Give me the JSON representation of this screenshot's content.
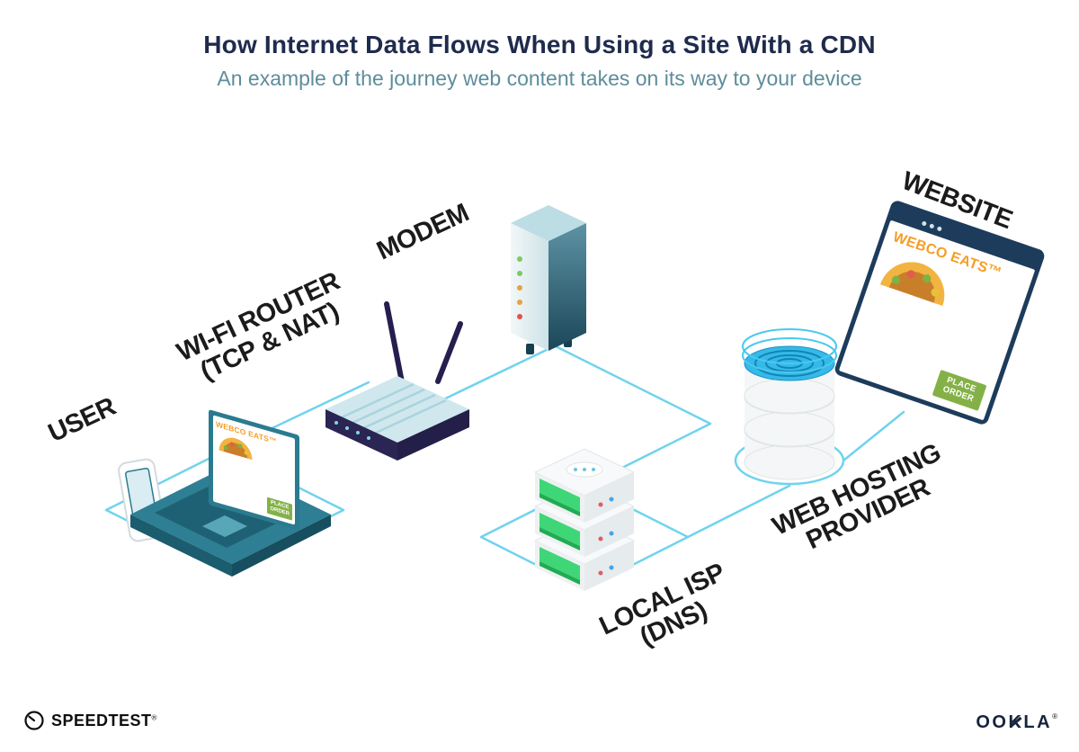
{
  "header": {
    "title": "How Internet Data Flows When Using a Site With a CDN",
    "subtitle": "An example of the journey web content takes on its way to your device"
  },
  "nodes": {
    "user": {
      "label": "USER"
    },
    "wifi_router": {
      "label_line1": "WI-FI ROUTER",
      "label_line2": "(TCP & NAT)"
    },
    "modem": {
      "label": "MODEM"
    },
    "local_isp": {
      "label_line1": "LOCAL ISP",
      "label_line2": "(DNS)"
    },
    "web_hosting": {
      "label_line1": "WEB HOSTING",
      "label_line2": "PROVIDER"
    },
    "website": {
      "label": "WEBSITE"
    }
  },
  "website_window": {
    "brand": "WEBCO EATS™",
    "order_button_line1": "PLACE",
    "order_button_line2": "ORDER"
  },
  "laptop_screen": {
    "brand": "WEBCO EATS™",
    "order_button_line1": "PLACE",
    "order_button_line2": "ORDER"
  },
  "footer": {
    "speedtest_wordmark": "SPEEDTEST",
    "speedtest_mark": "®",
    "ookla_wordmark": "OOKLA",
    "ookla_mark": "®"
  },
  "icons": {
    "speedtest_gauge": "circular-gauge-with-needle",
    "browser_window_dots": "three-dots",
    "taco": "taco-illustration",
    "ookla_needle": "gauge-needle"
  },
  "colors": {
    "connection_cyan": "#6fd3ee",
    "navy": "#1d3c5c",
    "router_navy": "#2b2553",
    "laptop_teal": "#2e7f94",
    "brand_orange": "#f59e26",
    "button_green": "#84b147",
    "server_green": "#3fd677",
    "water_blue": "#35b9e9",
    "title_navy": "#1f2b4d",
    "subtitle_teal": "#5d8d9b"
  }
}
